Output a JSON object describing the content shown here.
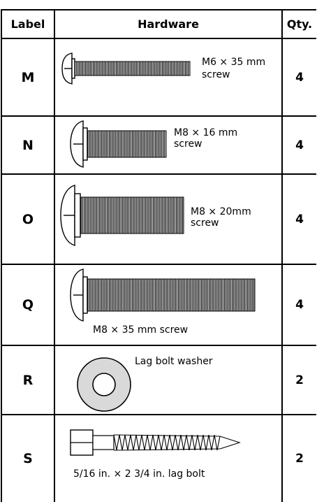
{
  "table": {
    "headers": {
      "label": "Label",
      "hardware": "Hardware",
      "qty": "Qty."
    },
    "rows": [
      {
        "label": "M",
        "hardware_line1": "M6 × 35 mm",
        "hardware_line2": "screw",
        "qty": "4"
      },
      {
        "label": "N",
        "hardware_line1": "M8 × 16 mm",
        "hardware_line2": "screw",
        "qty": "4"
      },
      {
        "label": "O",
        "hardware_line1": "M8 × 20mm",
        "hardware_line2": "screw",
        "qty": "4"
      },
      {
        "label": "Q",
        "hardware_line1": "M8 × 35 mm screw",
        "qty": "4"
      },
      {
        "label": "R",
        "hardware_line1": "Lag bolt washer",
        "qty": "2"
      },
      {
        "label": "S",
        "hardware_line1": "5/16 in. × 2 3/4 in. lag bolt",
        "qty": "2"
      }
    ]
  }
}
